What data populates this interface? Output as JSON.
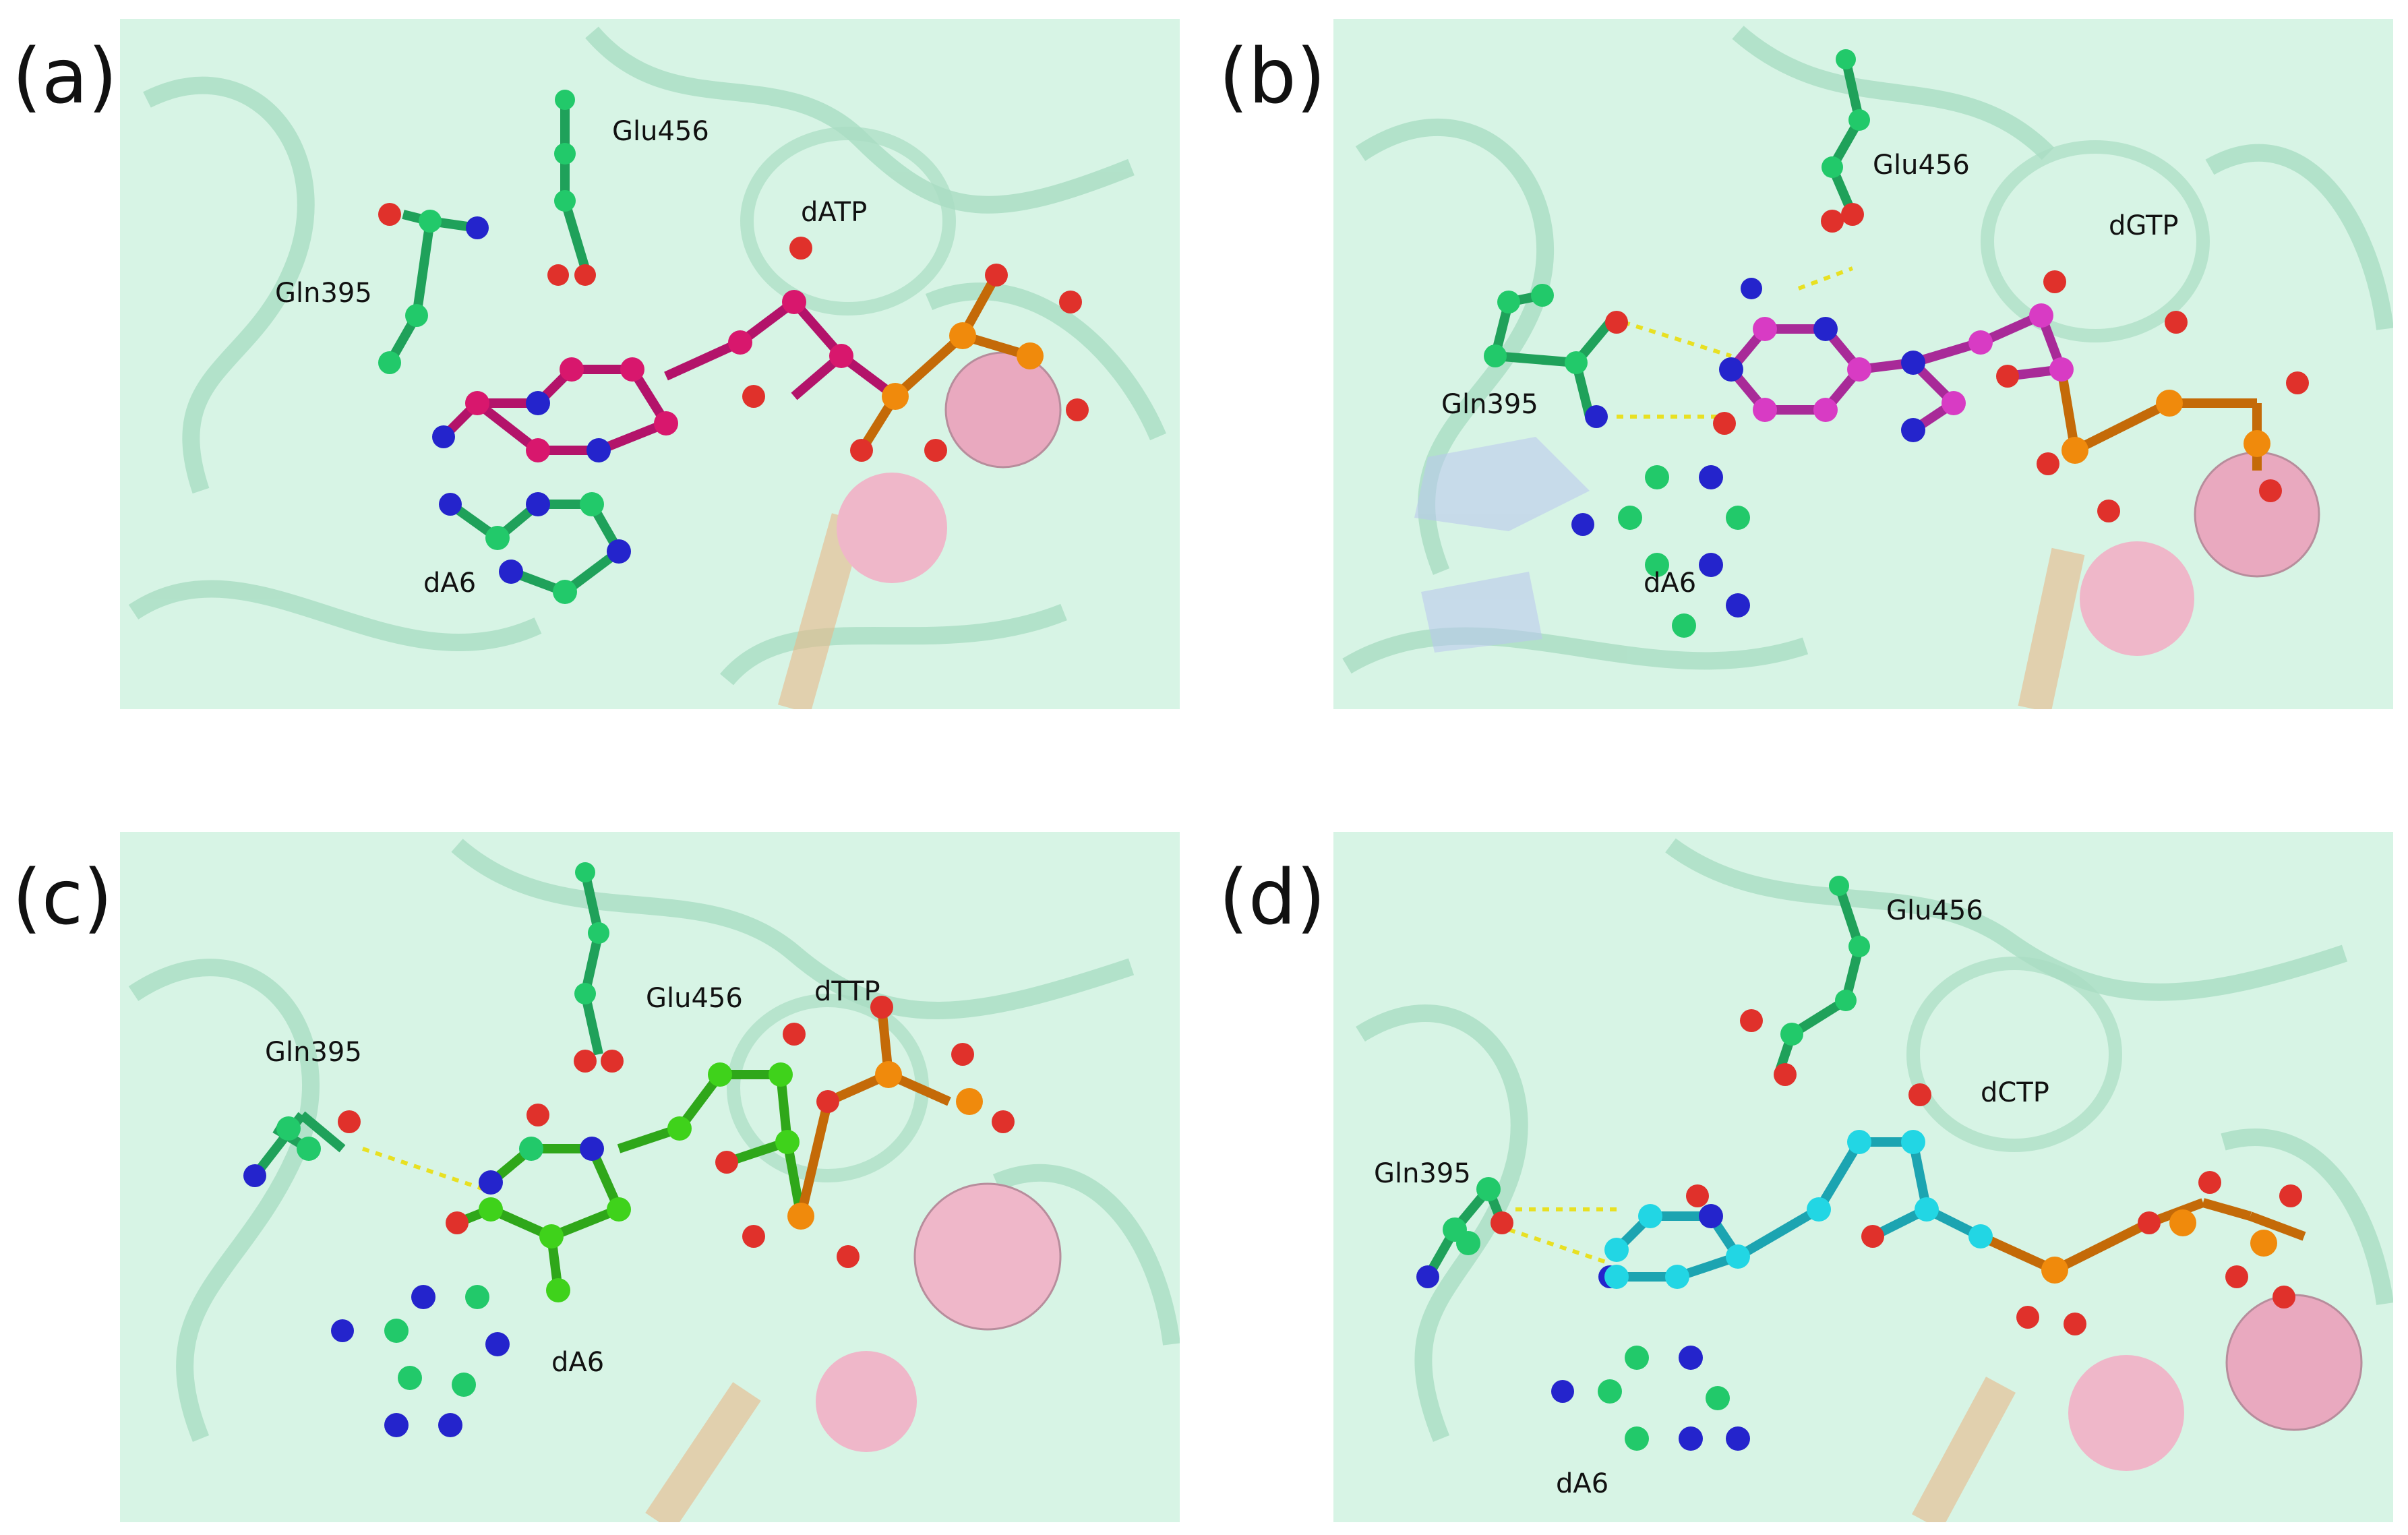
{
  "figure": {
    "panels": [
      {
        "letter": "(a)",
        "nucleotide": "dATP",
        "residues": {
          "glu": "Glu456",
          "gln": "Gln395",
          "template": "dA6"
        }
      },
      {
        "letter": "(b)",
        "nucleotide": "dGTP",
        "residues": {
          "glu": "Glu456",
          "gln": "Gln395",
          "template": "dA6"
        }
      },
      {
        "letter": "(c)",
        "nucleotide": "dTTP",
        "residues": {
          "glu": "Glu456",
          "gln": "Gln395",
          "template": "dA6"
        }
      },
      {
        "letter": "(d)",
        "nucleotide": "dCTP",
        "residues": {
          "glu": "Glu456",
          "gln": "Gln395",
          "template": "dA6"
        }
      }
    ]
  },
  "colors": {
    "background_cartoon": "#d2f2e2",
    "cartoon_stroke": "#a6dcc1",
    "protein_carbon": "#22c96a",
    "nitrogen": "#2424cc",
    "oxygen": "#e0312b",
    "phosphorus": "#f08a0c",
    "metal_ion": "#efb7c9",
    "dATP_carbon": "#d8176d",
    "dGTP_carbon": "#d83bc4",
    "dTTP_carbon": "#3fd21b",
    "dCTP_carbon": "#22d6e4",
    "hbond": "#e8e022"
  }
}
